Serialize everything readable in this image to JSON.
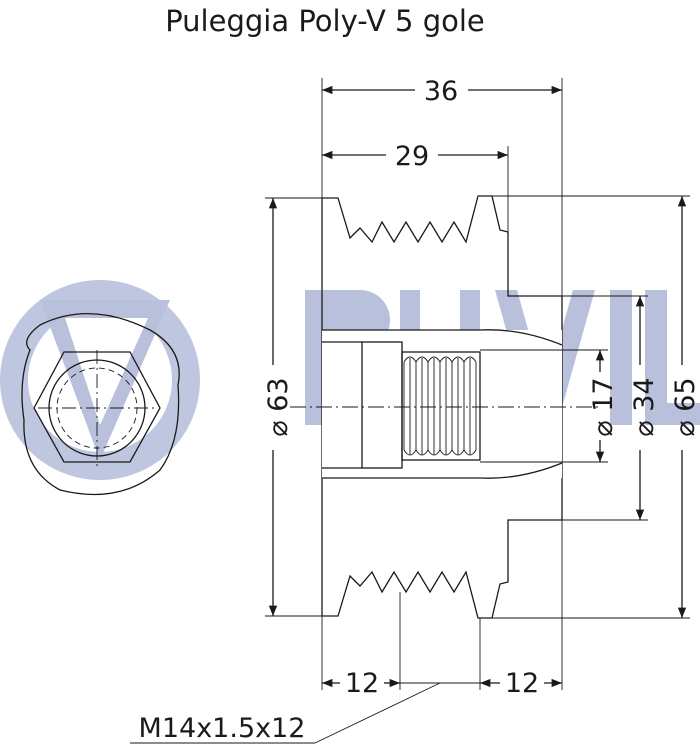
{
  "title": "Puleggia Poly-V 5 gole",
  "brand_watermark": "RUVILLE",
  "dimensions": {
    "overall_width": "36",
    "groove_width": "29",
    "dia_63": "63",
    "dia_17": "17",
    "dia_34": "34",
    "dia_65": "65",
    "left_depth": "12",
    "right_depth": "12"
  },
  "diameter_symbol": "⌀",
  "thread_note": "M14x1.5x12",
  "colors": {
    "line": "#1a1a1a",
    "watermark": "#b8c0dc"
  }
}
